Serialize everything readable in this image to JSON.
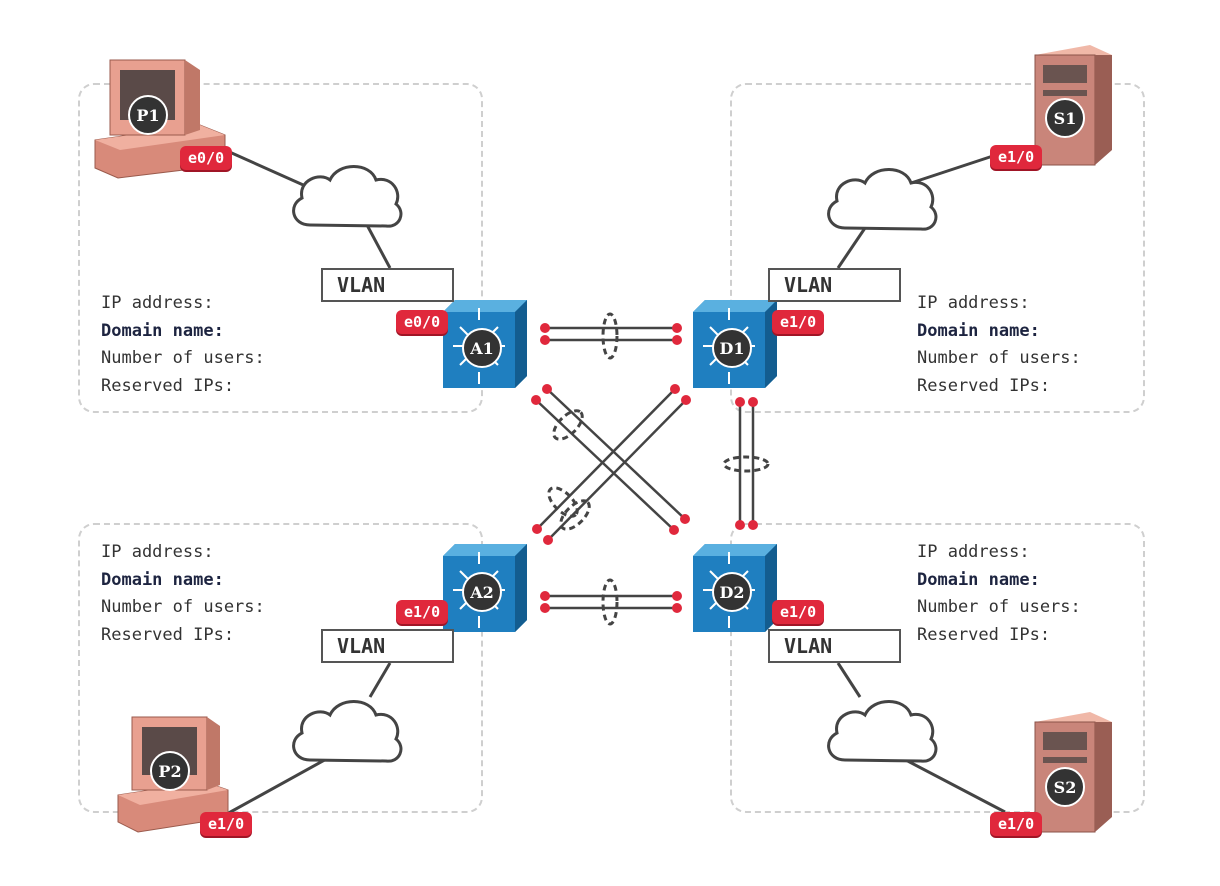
{
  "zones": [
    {
      "id": "top-left",
      "info": {
        "ip": "IP address:",
        "domain": "Domain name:",
        "users": "Number of users:",
        "reserved": "Reserved IPs:"
      }
    },
    {
      "id": "top-right",
      "info": {
        "ip": "IP address:",
        "domain": "Domain name:",
        "users": "Number of users:",
        "reserved": "Reserved IPs:"
      }
    },
    {
      "id": "bottom-left",
      "info": {
        "ip": "IP address:",
        "domain": "Domain name:",
        "users": "Number of users:",
        "reserved": "Reserved IPs:"
      }
    },
    {
      "id": "bottom-right",
      "info": {
        "ip": "IP address:",
        "domain": "Domain name:",
        "users": "Number of users:",
        "reserved": "Reserved IPs:"
      }
    }
  ],
  "vlan_label": "VLAN",
  "hosts": {
    "p1": {
      "label": "P1",
      "port": "e0/0"
    },
    "p2": {
      "label": "P2",
      "port": "e1/0"
    },
    "s1": {
      "label": "S1",
      "port": "e1/0"
    },
    "s2": {
      "label": "S2",
      "port": "e1/0"
    }
  },
  "switches": {
    "a1": {
      "label": "A1",
      "port": "e0/0"
    },
    "a2": {
      "label": "A2",
      "port": "e1/0"
    },
    "d1": {
      "label": "D1",
      "port": "e1/0"
    },
    "d2": {
      "label": "D2",
      "port": "e1/0"
    }
  },
  "colors": {
    "switch_blue": "#1f7fc0",
    "port_red": "#e0283c",
    "link_gray": "#555555",
    "host_salmon": "#e8a090"
  }
}
